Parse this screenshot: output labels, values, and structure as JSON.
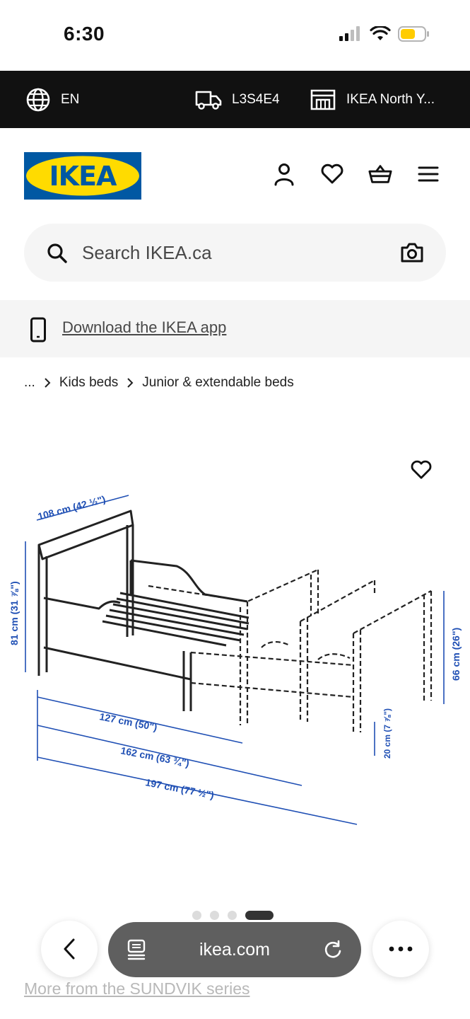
{
  "status_bar": {
    "time": "6:30"
  },
  "top_strip": {
    "language": "EN",
    "postal_code": "L3S4E4",
    "store": "IKEA North Y..."
  },
  "header": {
    "logo_text": "IKEA",
    "icons": [
      "account-icon",
      "heart-icon",
      "basket-icon",
      "menu-icon"
    ]
  },
  "search": {
    "placeholder": "Search IKEA.ca"
  },
  "app_banner": {
    "link_text": "Download the IKEA app"
  },
  "breadcrumb": {
    "items": [
      "...",
      "Kids beds",
      "Junior & extendable beds"
    ]
  },
  "product_image": {
    "dimensions": {
      "width": "108 cm (42 ½\")",
      "height": "81 cm (31 ⅞\")",
      "length_1": "127 cm (50\")",
      "length_2": "162 cm (63 ¾\")",
      "length_3": "197 cm (77 ½\")",
      "rail_height": "66 cm (26\")",
      "leg_height": "20 cm (7 ⅞\")"
    }
  },
  "carousel": {
    "total": 4,
    "active_index": 3
  },
  "more_link": "More from the SUNDVIK series",
  "browser": {
    "url": "ikea.com"
  },
  "colors": {
    "brand_blue": "#0058a3",
    "brand_yellow": "#ffdb00",
    "dimension_blue": "#1f4fb4"
  }
}
